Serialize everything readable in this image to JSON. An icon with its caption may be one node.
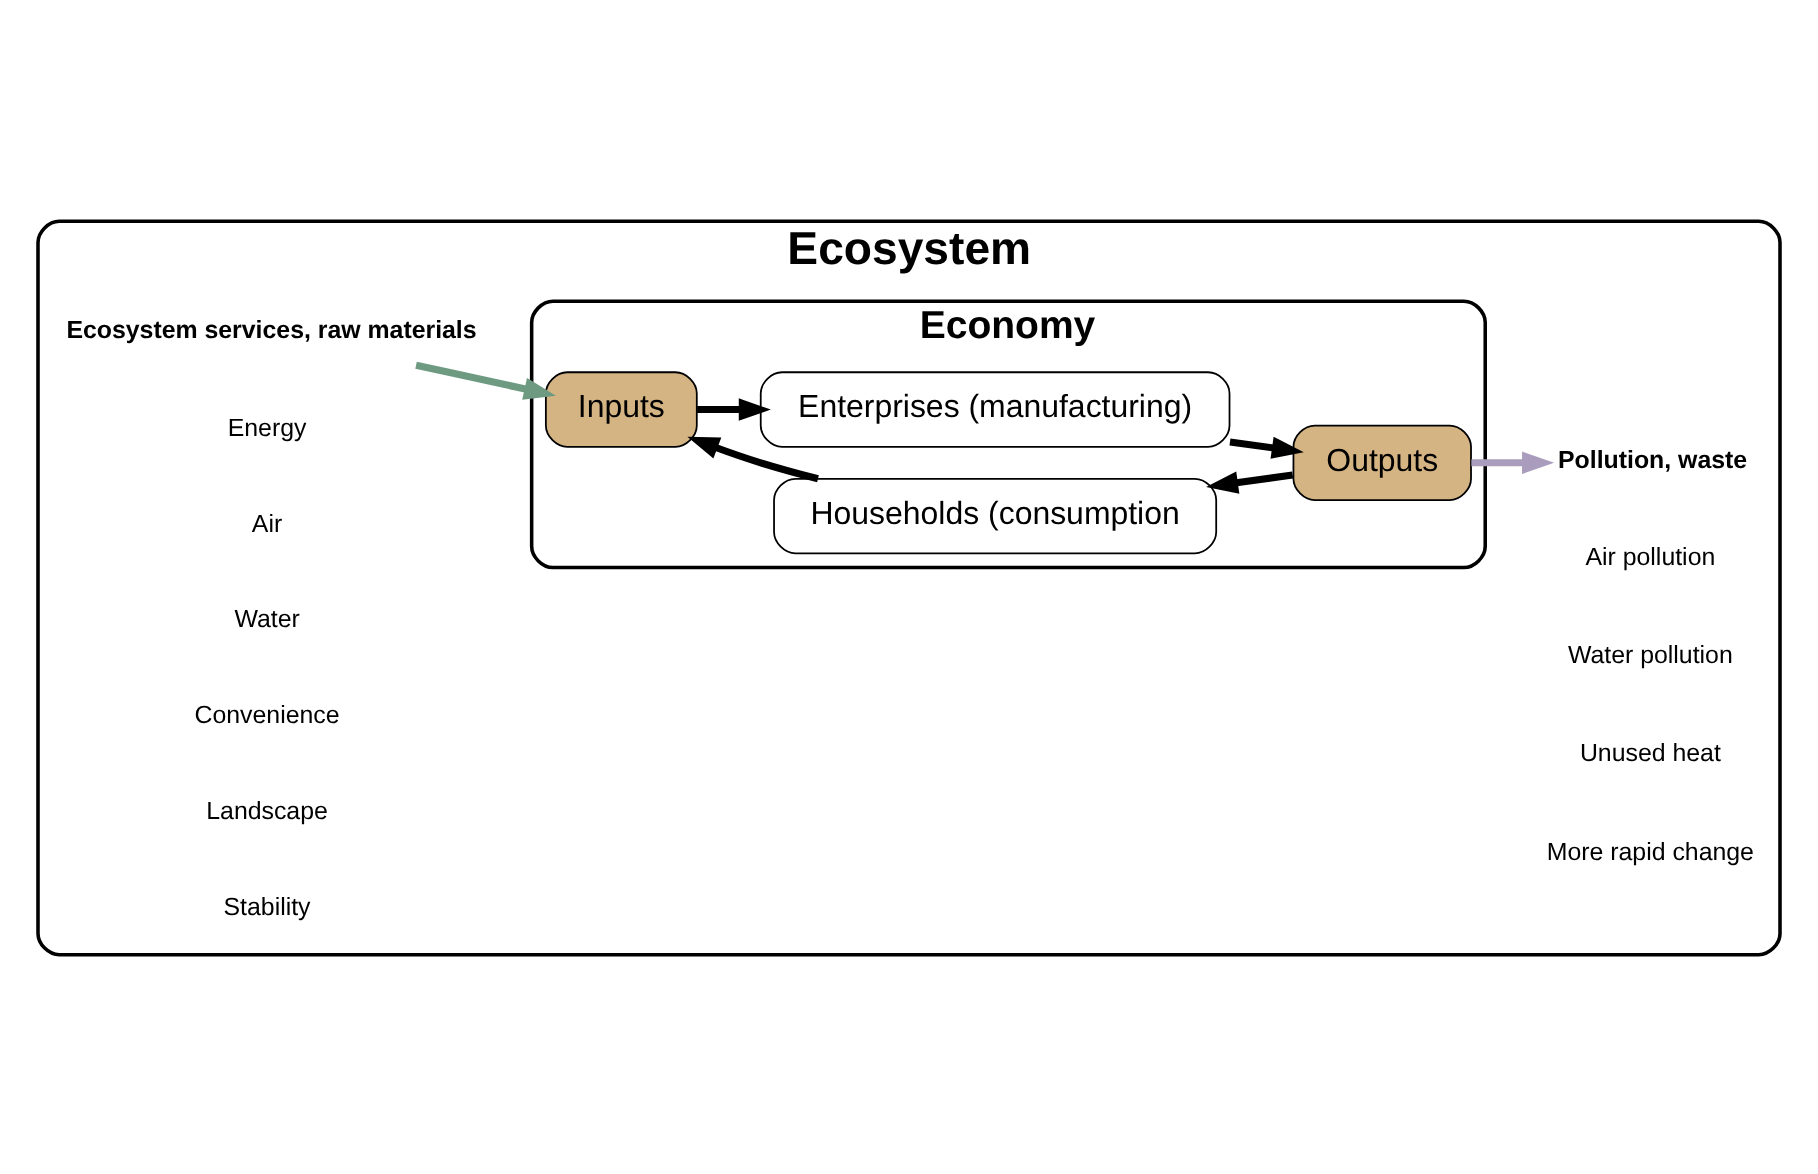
{
  "diagram": {
    "nodes": [
      {
        "text": [
          "Ecosystem"
        ]
      },
      {
        "text": [
          "Economy"
        ],
        "in": 0
      },
      {
        "text": [
          "Enterprises (manufacturing)"
        ],
        "in": 1
      },
      {
        "text": [
          "Ecosystem services, raw materials"
        ],
        "in": 0
      },
      {
        "text": [
          "Inputs"
        ],
        "in": 1
      },
      {
        "text": [
          "Outputs"
        ],
        "in": 1
      },
      {
        "text": [
          "Pollution, waste"
        ],
        "in": 0
      },
      {
        "text": [
          "Households (consumption"
        ],
        "in": 1
      }
    ],
    "edges": [
      {
        "from": 4,
        "to": 2,
        "arrow": "to"
      },
      {
        "from": 2,
        "to": 5,
        "arrow": "to"
      },
      {
        "from": 5,
        "to": 7,
        "arrow": "to"
      },
      {
        "from": 7,
        "to": 4,
        "arrow": "to"
      },
      {
        "from": 3,
        "to": 4,
        "arrow": "to",
        "color": "#6e9a82"
      },
      {
        "from": 5,
        "to": 6,
        "arrow": "to",
        "color": "#a99cbc"
      }
    ],
    "labels": [
      "Energy",
      "Air pollution",
      "Air",
      "Water pollution",
      "Water",
      "Unused heat",
      "Convenience",
      "Landscape",
      "More rapid change",
      "Stability"
    ]
  }
}
